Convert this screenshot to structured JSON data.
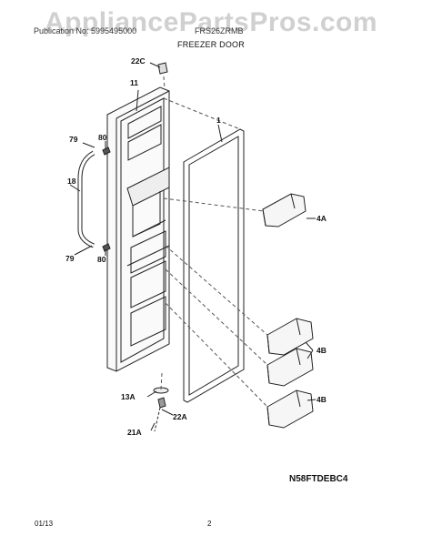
{
  "watermark": "AppliancePartsPros.com",
  "header": {
    "left": "Publication No: 5995495000",
    "right": "FRS26ZRMB"
  },
  "title": "FREEZER DOOR",
  "labels": {
    "l22c": "22C",
    "l11": "11",
    "l1": "1",
    "l79a": "79",
    "l80a": "80",
    "l18": "18",
    "l79b": "79",
    "l80b": "80",
    "l4a": "4A",
    "l4b1": "4B",
    "l4b2": "4B",
    "l13a": "13A",
    "l22a": "22A",
    "l21a": "21A"
  },
  "diagram_code": "N58FTDEBC4",
  "footer": {
    "date": "01/13",
    "page": "2"
  }
}
